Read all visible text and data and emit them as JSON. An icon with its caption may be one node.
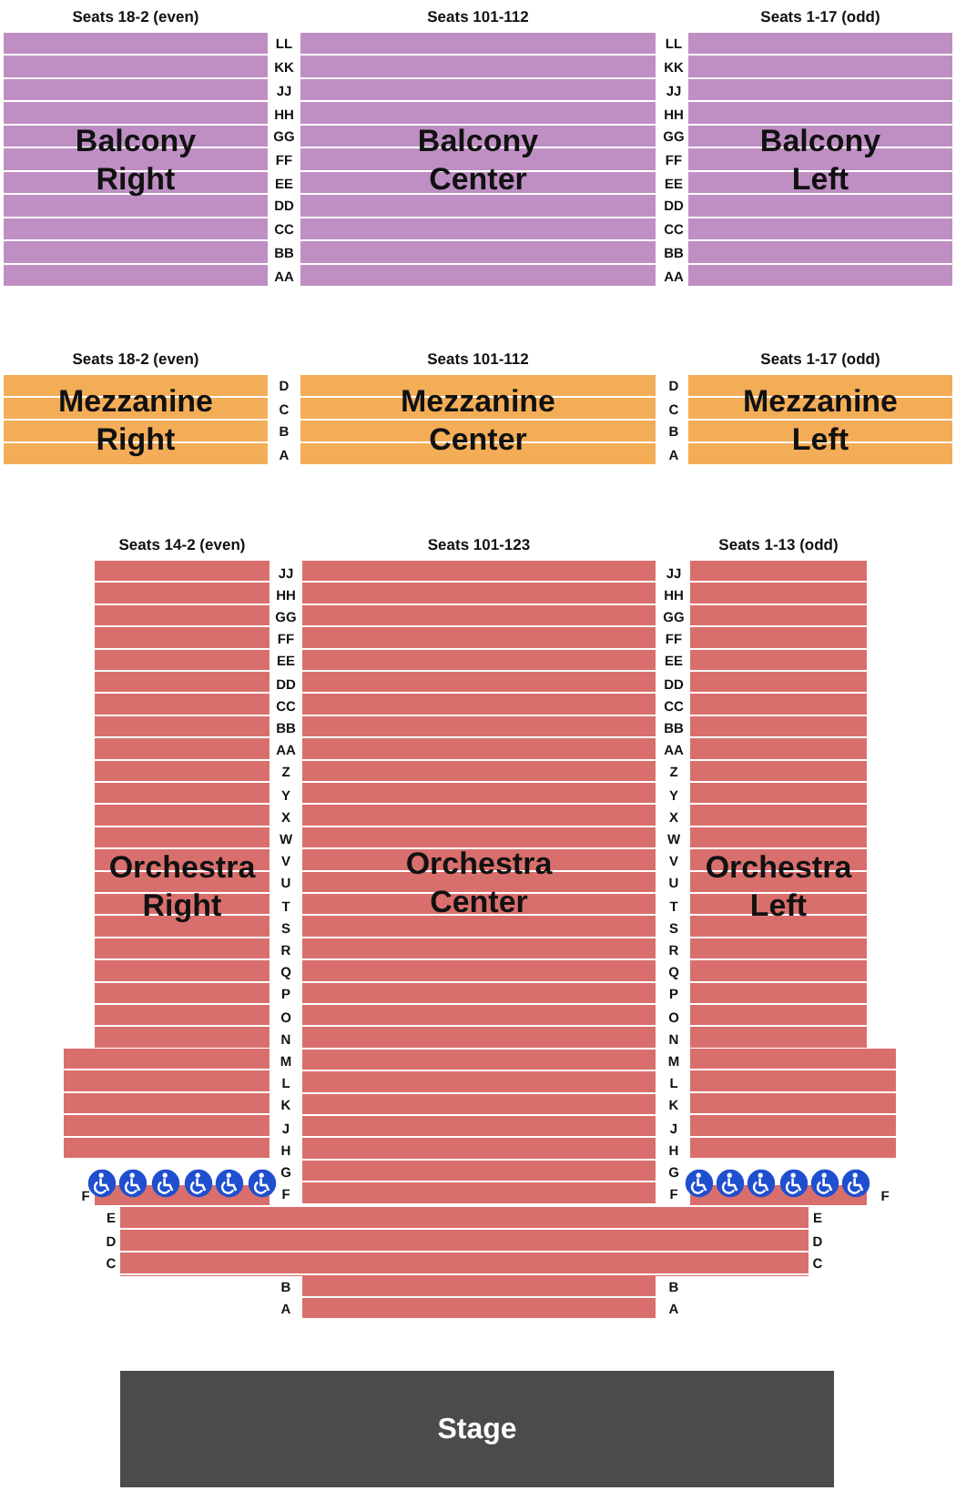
{
  "diagram": {
    "nodes": [
      {
        "text": [
          "Seats 18-2 (even)",
          "Balcony Right"
        ]
      },
      {
        "text": [
          "Seats 101-112",
          "Balcony Center"
        ]
      },
      {
        "text": [
          "Seats 1-17 (odd)",
          "Balcony Left"
        ]
      },
      {
        "text": [
          "Seats 18-2 (even)",
          "Mezzanine Right"
        ]
      },
      {
        "text": [
          "Seats 101-112",
          "Mezzanine Center"
        ]
      },
      {
        "text": [
          "Seats 1-17 (odd)",
          "Mezzanine Left"
        ]
      },
      {
        "text": [
          "Seats 14-2 (even)",
          "Orchestra Right"
        ]
      },
      {
        "text": [
          "Seats 101-123",
          "Orchestra Center"
        ]
      },
      {
        "text": [
          "Seats 1-13 (odd)",
          "Orchestra Left"
        ]
      },
      {
        "text": [
          "Stage"
        ]
      }
    ],
    "labels": [
      "LL",
      "LL",
      "KK",
      "KK",
      "JJ",
      "JJ",
      "HH",
      "HH",
      "GG",
      "GG",
      "FF",
      "FF",
      "EE",
      "EE",
      "DD",
      "DD",
      "CC",
      "CC",
      "BB",
      "BB",
      "AA",
      "AA",
      "D",
      "D",
      "C",
      "C",
      "B",
      "B",
      "A",
      "A",
      "JJ",
      "JJ",
      "HH",
      "HH",
      "GG",
      "GG",
      "FF",
      "FF",
      "EE",
      "EE",
      "DD",
      "DD",
      "CC",
      "CC",
      "BB",
      "BB",
      "AA",
      "AA",
      "Z",
      "Z",
      "Y",
      "Y",
      "X",
      "X",
      "W",
      "W",
      "V",
      "V",
      "U",
      "U",
      "T",
      "T",
      "S",
      "S",
      "R",
      "R",
      "Q",
      "Q",
      "P",
      "P",
      "O",
      "O",
      "N",
      "N",
      "M",
      "M",
      "L",
      "L",
      "K",
      "K",
      "J",
      "J",
      "H",
      "H",
      "G",
      "G",
      "F",
      "F",
      "F",
      "F",
      "E",
      "E",
      "D",
      "D",
      "C",
      "C",
      "B",
      "B",
      "A",
      "A"
    ]
  }
}
